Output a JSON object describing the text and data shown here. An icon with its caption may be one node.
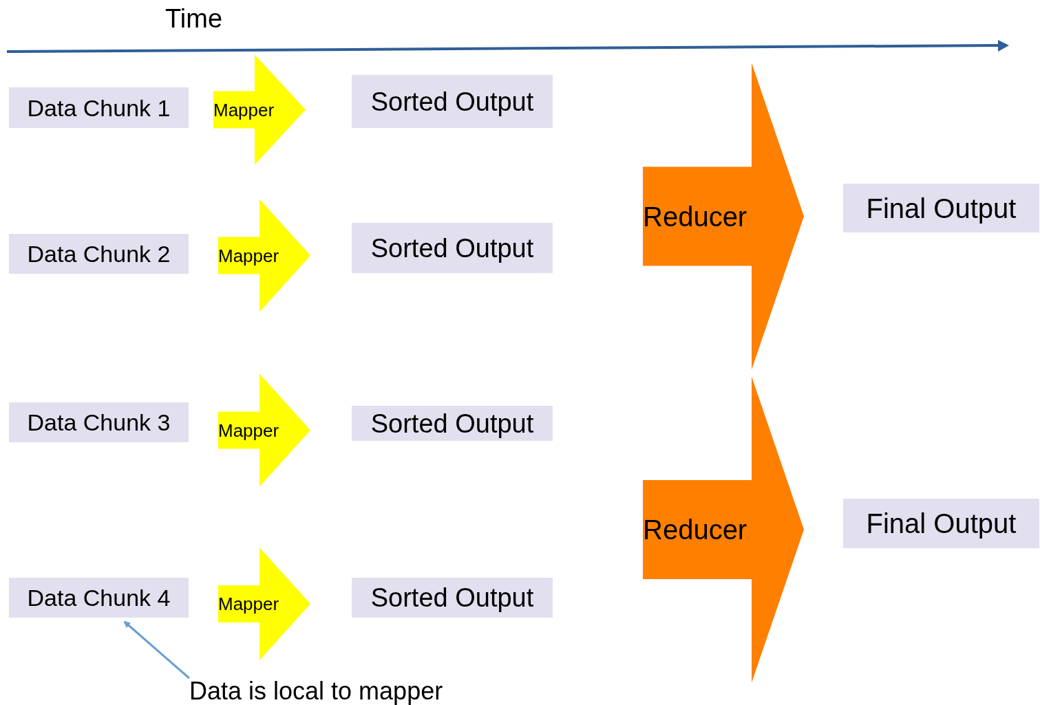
{
  "diagram": {
    "nodes": [
      {
        "text": [
          "Data Chunk 1"
        ]
      },
      {
        "text": [
          "Sorted Output"
        ]
      },
      {
        "text": [
          "Final Output"
        ]
      },
      {
        "text": [
          "Data Chunk 2"
        ]
      },
      {
        "text": [
          "Sorted Output"
        ]
      },
      {
        "text": [
          "Data Chunk 3"
        ]
      },
      {
        "text": [
          "Sorted Output"
        ]
      },
      {
        "text": [
          "Final Output"
        ]
      },
      {
        "text": [
          "Data Chunk 4"
        ]
      },
      {
        "text": [
          "Sorted Output"
        ]
      },
      {
        "text": [
          "Data is local to mapper"
        ]
      }
    ],
    "edges": [
      {
        "from": 10,
        "to": 8,
        "arrow": "to",
        "color": "#6a9fd0"
      },
      {
        "from": 0,
        "to": 1,
        "arrow": "to",
        "label": "Mapper",
        "style": "thick",
        "color": "#ffff00"
      },
      {
        "from": 3,
        "to": 4,
        "arrow": "to",
        "label": "Mapper",
        "style": "thick",
        "color": "#ffff00"
      },
      {
        "from": 5,
        "to": 6,
        "arrow": "to",
        "label": "Mapper",
        "style": "thick",
        "color": "#ffff00"
      },
      {
        "from": 8,
        "to": 9,
        "arrow": "to",
        "label": "Mapper",
        "style": "thick",
        "color": "#ffff00"
      },
      {
        "from": 1,
        "to": 2,
        "arrow": "to",
        "label": "Reducer",
        "style": "thick",
        "color": "#ff7f00"
      },
      {
        "from": 4,
        "to": 2,
        "arrow": "to",
        "style": "thick",
        "color": "#ff7f00"
      },
      {
        "from": 6,
        "to": 7,
        "arrow": "to",
        "label": "Reducer",
        "style": "thick",
        "color": "#ff7f00"
      },
      {
        "from": 9,
        "to": 7,
        "arrow": "to",
        "style": "thick",
        "color": "#ff7f00"
      }
    ],
    "labels": [
      "Time"
    ]
  }
}
